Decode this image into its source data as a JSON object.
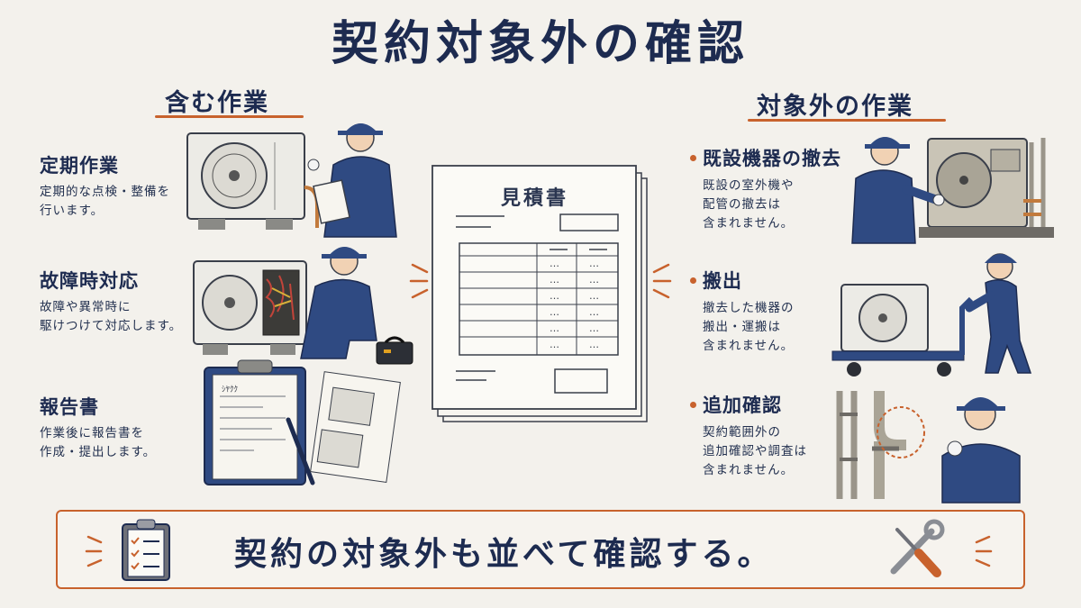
{
  "title": "契約対象外の確認",
  "left": {
    "heading": "含む作業",
    "items": [
      {
        "title": "定期作業",
        "desc": "定期的な点検・整備を\n行います。"
      },
      {
        "title": "故障時対応",
        "desc": "故障や異常時に\n駆けつけて対応します。"
      },
      {
        "title": "報告書",
        "desc": "作業後に報告書を\n作成・提出します。"
      }
    ],
    "report_form_label": "ｼﾔｸｸ"
  },
  "center": {
    "document_title": "見積書",
    "table_dots": "…"
  },
  "right": {
    "heading": "対象外の作業",
    "items": [
      {
        "title": "既設機器の撤去",
        "desc": "既設の室外機や\n配管の撤去は\n含まれません。"
      },
      {
        "title": "搬出",
        "desc": "撤去した機器の\n搬出・運搬は\n含まれません。"
      },
      {
        "title": "追加確認",
        "desc": "契約範囲外の\n追加確認や調査は\n含まれません。"
      }
    ]
  },
  "banner": {
    "text": "契約の対象外も並べて確認する。",
    "left_icon": "checklist-clipboard-icon",
    "right_icon": "wrench-screwdriver-icon"
  },
  "colors": {
    "navy": "#1d2b50",
    "accent_orange": "#c8622d",
    "background": "#f3f1ec",
    "uniform_blue": "#2f4a82"
  }
}
